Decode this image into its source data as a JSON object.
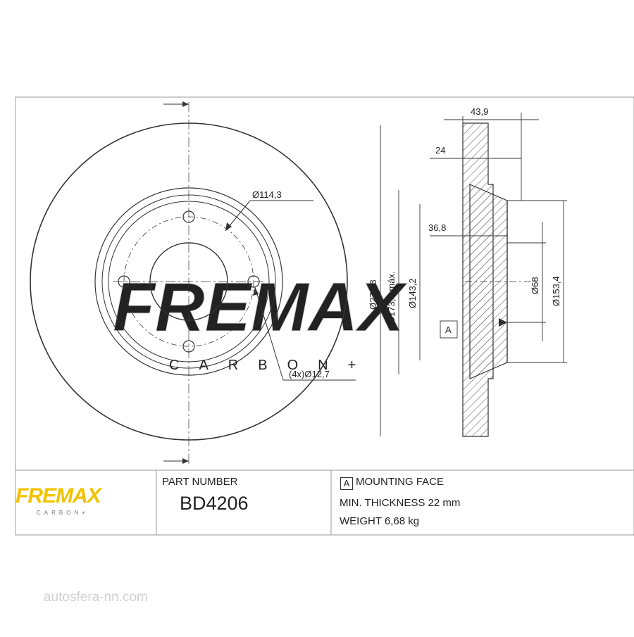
{
  "brand": {
    "name": "FREMAX",
    "sub": "CARBON+"
  },
  "watermark": {
    "main": "FREMAX",
    "sub": "CARBON+"
  },
  "title_block": {
    "part_number_label": "PART NUMBER",
    "part_number": "BD4206",
    "datum_letter": "A",
    "mounting_face": "MOUNTING FACE",
    "min_thickness": "MIN. THICKNESS 22 mm",
    "weight": "WEIGHT 6,68 kg"
  },
  "dimensions": {
    "bolt_circle": "Ø114,3",
    "holes": "(4x)Ø12,7",
    "outer_diameter": "Ø279,8",
    "max_diameter": "Ø173,5 máx.",
    "hat_diameter": "Ø143,2",
    "center_bore": "Ø68",
    "inner_hat": "Ø153,4",
    "total_height": "43,9",
    "disc_thickness": "24",
    "offset": "36,8",
    "datum": "A"
  },
  "footer": "autosfera-nn.com",
  "colors": {
    "brand": "#f2c200",
    "line": "#333333",
    "watermark": "#e6e6e6"
  }
}
